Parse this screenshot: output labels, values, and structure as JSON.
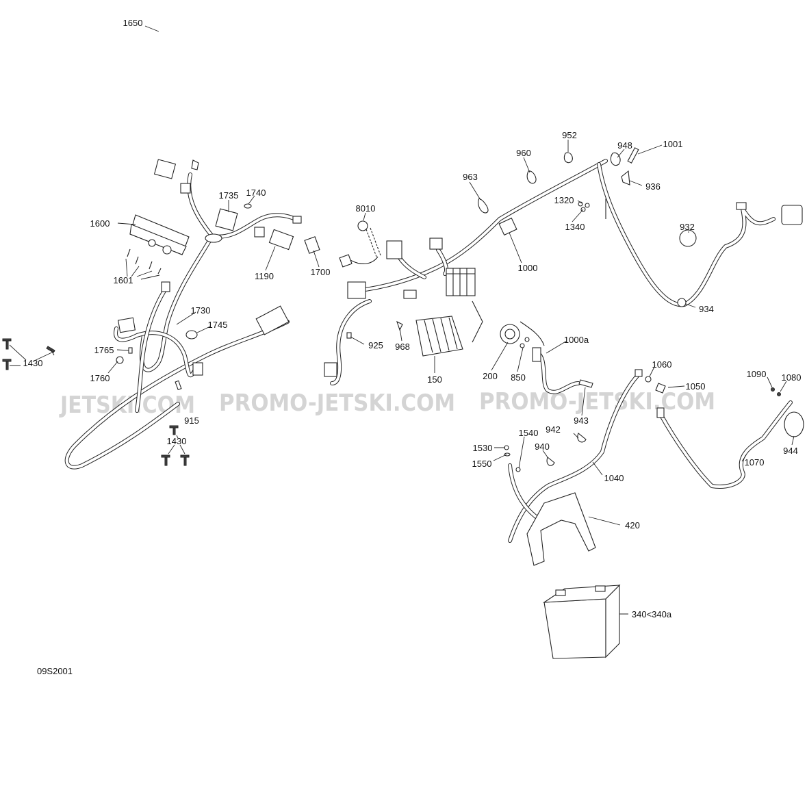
{
  "diagram_id": "09S2001",
  "watermark": [
    "JETSKI.COM",
    "PROMO-JETSKI.COM",
    "PROMO-JETSKI.COM"
  ],
  "labels": [
    "1650",
    "1735",
    "1740",
    "1600",
    "1601",
    "1190",
    "1700",
    "1730",
    "1745",
    "1765",
    "1430",
    "1760",
    "915",
    "1430",
    "8010",
    "963",
    "960",
    "952",
    "948",
    "1001",
    "936",
    "1320",
    "1340",
    "1000",
    "932",
    "934",
    "925",
    "968",
    "150",
    "200",
    "850",
    "1000a",
    "1060",
    "1050",
    "1090",
    "1080",
    "943",
    "942",
    "1540",
    "1530",
    "940",
    "1550",
    "1040",
    "1070",
    "944",
    "420",
    "340<340a"
  ]
}
